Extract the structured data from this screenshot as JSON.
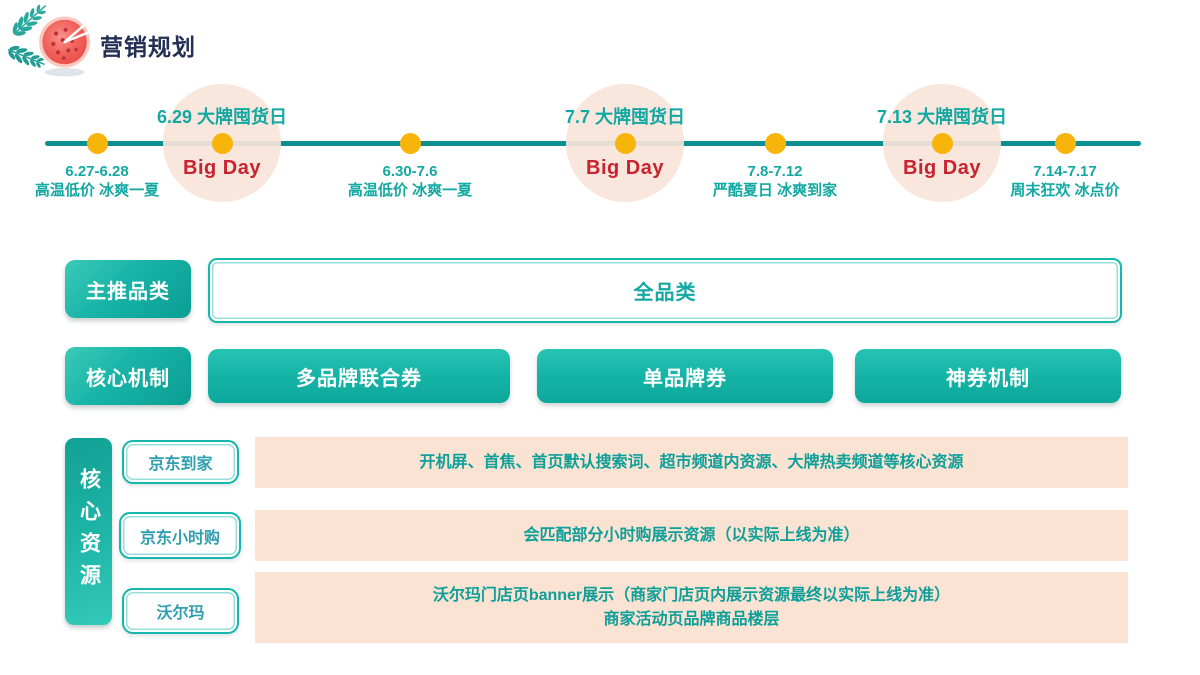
{
  "header": {
    "title": "营销规划",
    "icon": "watermelon-icon"
  },
  "timeline": {
    "points": [
      {
        "type": "normal",
        "date": "6.27-6.28",
        "desc": "高温低价 冰爽一夏"
      },
      {
        "type": "big",
        "title": "6.29 大牌囤货日",
        "label": "Big Day"
      },
      {
        "type": "normal",
        "date": "6.30-7.6",
        "desc": "高温低价 冰爽一夏"
      },
      {
        "type": "big",
        "title": "7.7 大牌囤货日",
        "label": "Big Day"
      },
      {
        "type": "normal",
        "date": "7.8-7.12",
        "desc": "严酷夏日 冰爽到家"
      },
      {
        "type": "big",
        "title": "7.13 大牌囤货日",
        "label": "Big Day"
      },
      {
        "type": "normal",
        "date": "7.14-7.17",
        "desc": "周末狂欢 冰点价"
      }
    ]
  },
  "rows": {
    "main_category": {
      "label": "主推品类",
      "value": "全品类"
    },
    "core_mechanism": {
      "label": "核心机制",
      "items": [
        "多品牌联合券",
        "单品牌券",
        "神券机制"
      ]
    },
    "core_resources": {
      "label": "核心资源",
      "channels": [
        {
          "name": "京东到家",
          "resource": "开机屏、首焦、首页默认搜索词、超市频道内资源、大牌热卖频道等核心资源"
        },
        {
          "name": "京东小时购",
          "resource": "会匹配部分小时购展示资源（以实际上线为准）"
        },
        {
          "name": "沃尔玛",
          "resource_line1": "沃尔玛门店页banner展示（商家门店页内展示资源最终以实际上线为准）",
          "resource_line2": "商家活动页品牌商品楼层"
        }
      ]
    }
  },
  "colors": {
    "teal_text": "#13a8a2",
    "teal_line": "#0d8f8f",
    "teal_border": "#16b8ae",
    "teal_fill_light": "#2cc2b2",
    "teal_fill_dark": "#0ea89c",
    "dot_yellow": "#f7b50c",
    "bigday_red": "#c8232f",
    "halo_pink": "#f9e4da",
    "peach_row": "#fae3d3",
    "title_navy": "#232f55",
    "channel_text": "#2f9fb0"
  }
}
